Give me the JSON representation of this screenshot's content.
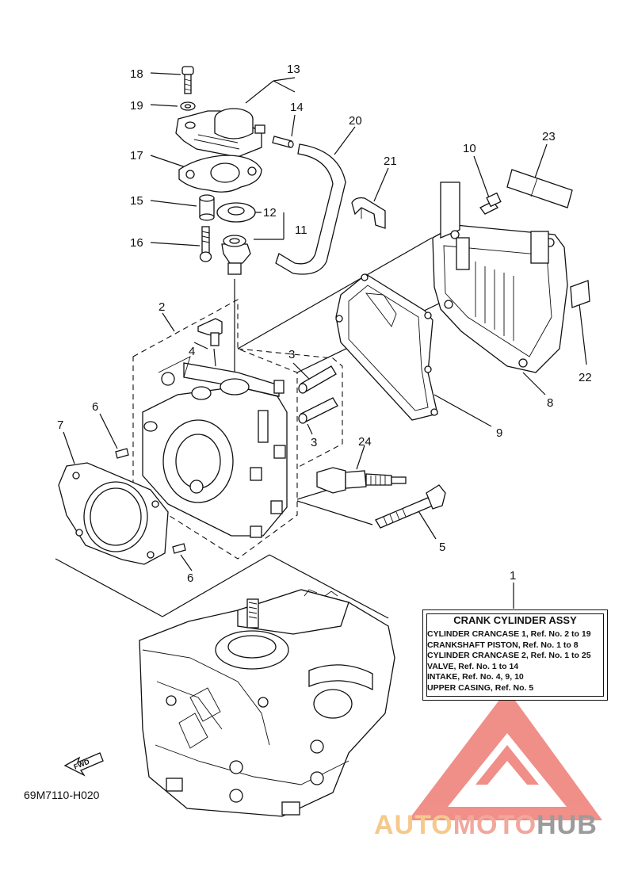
{
  "callouts": {
    "n1": "1",
    "n2": "2",
    "n3a": "3",
    "n3b": "3",
    "n4": "4",
    "n5": "5",
    "n6a": "6",
    "n6b": "6",
    "n7": "7",
    "n8": "8",
    "n9": "9",
    "n10": "10",
    "n11": "11",
    "n12": "12",
    "n13": "13",
    "n14": "14",
    "n15": "15",
    "n16": "16",
    "n17": "17",
    "n18": "18",
    "n19": "19",
    "n20": "20",
    "n21": "21",
    "n22": "22",
    "n23": "23",
    "n24": "24"
  },
  "info_box": {
    "title": "CRANK CYLINDER ASSY",
    "lines": [
      "CYLINDER CRANCASE 1,  Ref. No. 2 to 19",
      "CRANKSHAFT PISTON,  Ref. No. 1 to 8",
      "CYLINDER CRANCASE 2,  Ref. No. 1 to 25",
      "VALVE,  Ref. No. 1 to 14",
      "INTAKE,  Ref. No. 4, 9, 10",
      "UPPER CASING,  Ref. No. 5"
    ]
  },
  "fwd_label": "FWD",
  "diagram_code": "69M7110-H020",
  "watermark": {
    "part1": "AUTO",
    "part2": "MOTO",
    "part3": "HUB",
    "colors": {
      "auto": "#f5c98c",
      "moto": "#f2a79d",
      "hub": "#9b9b9b",
      "triangle": "#ee7b74"
    }
  }
}
